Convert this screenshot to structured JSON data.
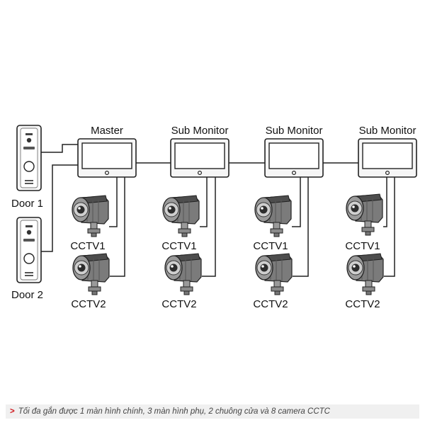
{
  "labels": {
    "master": "Master",
    "sub_monitor_1": "Sub Monitor",
    "sub_monitor_2": "Sub Monitor",
    "sub_monitor_3": "Sub Monitor",
    "door_1": "Door 1",
    "door_2": "Door 2",
    "cctv1": "CCTV1",
    "cctv2": "CCTV2"
  },
  "caption": {
    "marker": ">",
    "text": "Tối đa gắn được 1 màn hình chính, 3 màn hình phụ, 2 chuông cửa và 8 camera CCTC"
  },
  "colors": {
    "line": "#222222",
    "accent": "#d0191f",
    "caption_bg": "#f0f0f0"
  }
}
